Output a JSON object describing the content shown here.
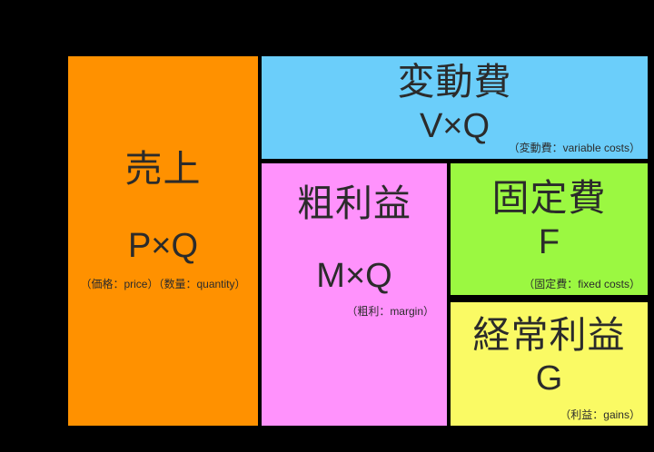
{
  "background_color": "#000000",
  "text_color": "#2b2b2b",
  "diagram": {
    "boxes": [
      {
        "id": "sales",
        "title": "売上",
        "formula": "P×Q",
        "note": "（価格：price）（数量：quantity）",
        "color": "#FF9100"
      },
      {
        "id": "variable-costs",
        "title": "変動費",
        "formula": "V×Q",
        "note": "（変動費：variable costs）",
        "color": "#6BCEFA"
      },
      {
        "id": "gross-margin",
        "title": "粗利益",
        "formula": "M×Q",
        "note": "（粗利：margin）",
        "color": "#FF92FC"
      },
      {
        "id": "fixed-costs",
        "title": "固定費",
        "formula": "F",
        "note": "（固定費：fixed costs）",
        "color": "#9BF841"
      },
      {
        "id": "ordinary-profit",
        "title": "経常利益",
        "formula": "G",
        "note": "（利益：gains）",
        "color": "#FAFA64"
      }
    ]
  }
}
